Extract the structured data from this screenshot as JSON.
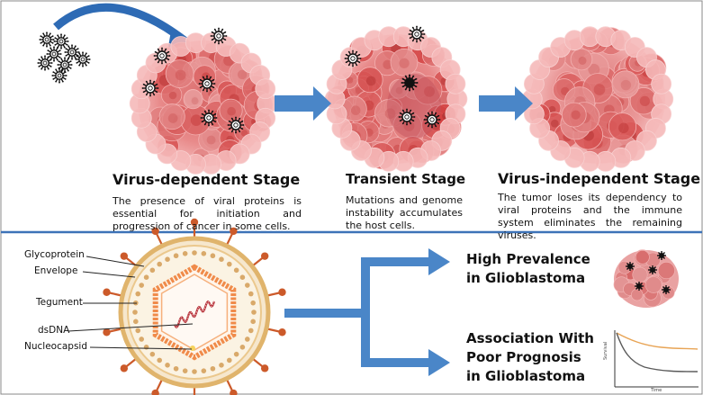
{
  "colors": {
    "arrow_blue": "#4a86c8",
    "divider_blue": "#3d73b8",
    "cell_pink": "#e88a8a",
    "virus_orange": "#cc5a2a",
    "capsid_orange": "#f08b4a",
    "curve_orange": "#e8a455",
    "curve_dark": "#5a5a5a"
  },
  "top": {
    "stages": [
      {
        "title": "Virus-dependent Stage",
        "desc": "The presence of viral proteins is essential for initiation and progression of cancer in some cells."
      },
      {
        "title": "Transient Stage",
        "desc": "Mutations and genome instability accumulates the host cells."
      },
      {
        "title": "Virus-independent Stage",
        "desc": "The tumor loses its dependency to viral proteins and the immune system eliminates the remaining viruses."
      }
    ]
  },
  "bottom": {
    "virus_labels": [
      "Glycoprotein",
      "Envelope",
      "Tegument",
      "dsDNA",
      "Nucleocapsid"
    ],
    "outcome1": {
      "line1": "High Prevalence",
      "line2": "in Glioblastoma"
    },
    "outcome2": {
      "line1": "Association With",
      "line2": "Poor Prognosis",
      "line3": "in Glioblastoma"
    },
    "chart": {
      "ylabel": "Survival",
      "xlabel": "Time"
    }
  }
}
